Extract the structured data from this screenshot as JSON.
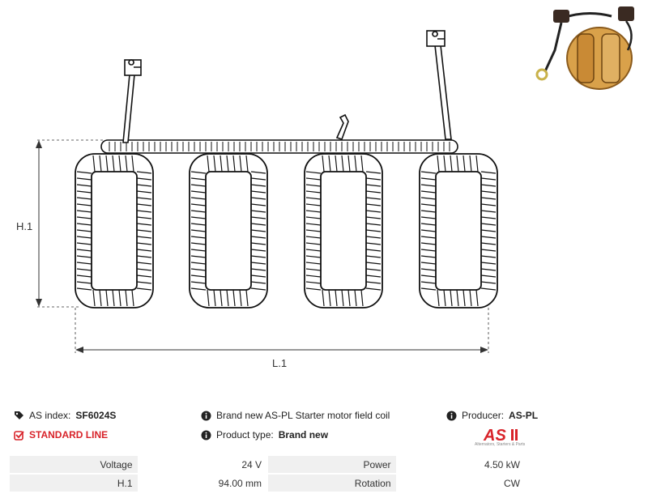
{
  "drawing": {
    "dim_h": "H.1",
    "dim_l": "L.1"
  },
  "info": {
    "as_index_label": "AS index:",
    "as_index_value": "SF6024S",
    "standard_line": "STANDARD LINE",
    "description": "Brand new AS-PL Starter motor field coil",
    "product_type_label": "Product type:",
    "product_type_value": "Brand new",
    "producer_label": "Producer:",
    "producer_value": "AS-PL"
  },
  "logo": {
    "text": "AS",
    "tagline": "Alternators, Starters & Parts",
    "color": "#d8232a"
  },
  "specs": [
    {
      "label": "Voltage",
      "value": "24 V",
      "label2": "Power",
      "value2": "4.50 kW"
    },
    {
      "label": "H.1",
      "value": "94.00 mm",
      "label2": "Rotation",
      "value2": "CW"
    }
  ],
  "icons": {
    "tag": "tag-icon",
    "check": "check-square-icon",
    "info": "info-circle-icon"
  }
}
